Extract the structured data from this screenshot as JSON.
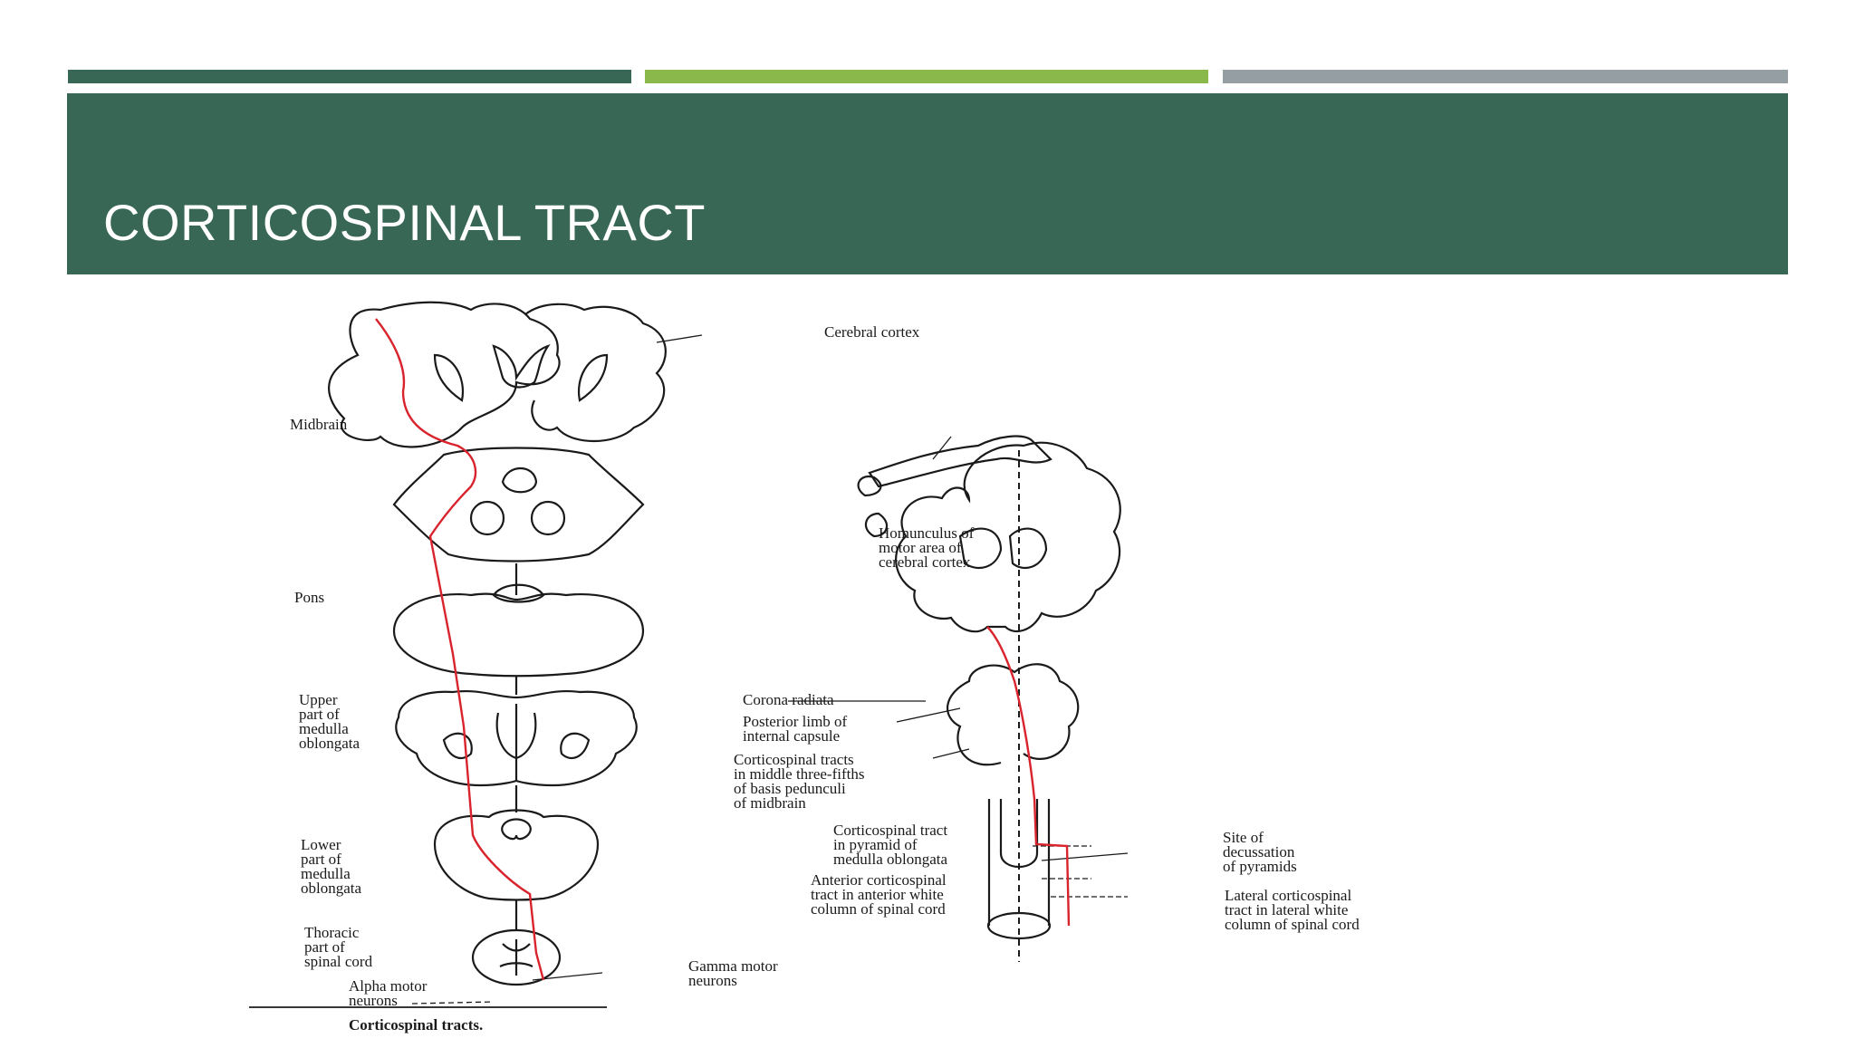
{
  "slide": {
    "title": "CORTICOSPINAL TRACT",
    "colors": {
      "band": "#386756",
      "accent_dark": "#386756",
      "accent_green": "#8bb84a",
      "accent_gray": "#959fa3",
      "tract": "#d9232d"
    }
  },
  "figure": {
    "left_labels": {
      "cerebral_cortex": "Cerebral cortex",
      "midbrain": "Midbrain",
      "pons": "Pons",
      "upper_medulla": [
        "Upper",
        "part of",
        "medulla",
        "oblongata"
      ],
      "lower_medulla": [
        "Lower",
        "part of",
        "medulla",
        "oblongata"
      ],
      "thoracic": [
        "Thoracic",
        "part of",
        "spinal cord"
      ],
      "alpha": [
        "Alpha motor",
        "neurons"
      ],
      "gamma": [
        "Gamma motor",
        "neurons"
      ]
    },
    "right_labels": {
      "homunculus": [
        "Homunculus of",
        "motor area of",
        "cerebral cortex"
      ],
      "corona": "Corona radiata",
      "posterior_limb": [
        "Posterior limb of",
        "internal capsule"
      ],
      "middle_fifths": [
        "Corticospinal tracts",
        "in middle three-fifths",
        "of basis pedunculi",
        "of midbrain"
      ],
      "pyramid": [
        "Corticospinal tract",
        "in pyramid of",
        "medulla oblongata"
      ],
      "anterior": [
        "Anterior corticospinal",
        "tract in anterior white",
        "column of spinal cord"
      ],
      "decussation": [
        "Site of",
        "decussation",
        "of pyramids"
      ],
      "lateral": [
        "Lateral corticospinal",
        "tract in lateral white",
        "column of spinal cord"
      ]
    },
    "caption": "Corticospinal tracts."
  }
}
